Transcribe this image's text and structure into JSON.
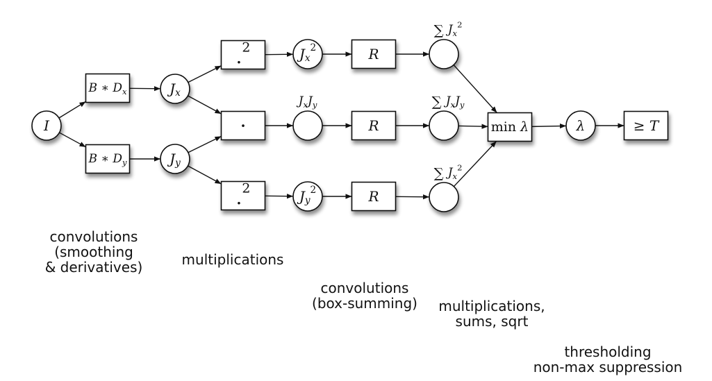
{
  "diagram": {
    "title": "",
    "nodes": [
      {
        "id": "I",
        "shape": "circle",
        "label": "I"
      },
      {
        "id": "BDx",
        "shape": "box",
        "label": "B ∗ Dx"
      },
      {
        "id": "BDy",
        "shape": "box",
        "label": "B ∗ Dy"
      },
      {
        "id": "Jx",
        "shape": "circle",
        "label": "Jx"
      },
      {
        "id": "Jy",
        "shape": "circle",
        "label": "Jy"
      },
      {
        "id": "sqx",
        "shape": "box",
        "label": ".²"
      },
      {
        "id": "dot",
        "shape": "box",
        "label": "·"
      },
      {
        "id": "sqy",
        "shape": "box",
        "label": ".²"
      },
      {
        "id": "Jx2",
        "shape": "circle",
        "label": "Jx²"
      },
      {
        "id": "JxJy",
        "shape": "circle",
        "label": "",
        "caption": "JxJy"
      },
      {
        "id": "Jy2",
        "shape": "circle",
        "label": "Jy²"
      },
      {
        "id": "Rx",
        "shape": "box",
        "label": "R"
      },
      {
        "id": "Rxy",
        "shape": "box",
        "label": "R"
      },
      {
        "id": "Ry",
        "shape": "box",
        "label": "R"
      },
      {
        "id": "Sx",
        "shape": "circle",
        "label": "",
        "caption": "∑ Jx²"
      },
      {
        "id": "Sxy",
        "shape": "circle",
        "label": "",
        "caption": "∑ JxJy"
      },
      {
        "id": "Sy",
        "shape": "circle",
        "label": "",
        "caption": "∑ Jx²"
      },
      {
        "id": "minl",
        "shape": "box",
        "label": "min λ"
      },
      {
        "id": "lam",
        "shape": "circle",
        "label": "λ"
      },
      {
        "id": "thr",
        "shape": "box",
        "label": "≥ T"
      }
    ],
    "edges": [
      [
        "I",
        "BDx"
      ],
      [
        "I",
        "BDy"
      ],
      [
        "BDx",
        "Jx"
      ],
      [
        "BDy",
        "Jy"
      ],
      [
        "Jx",
        "sqx"
      ],
      [
        "Jx",
        "dot"
      ],
      [
        "Jy",
        "dot"
      ],
      [
        "Jy",
        "sqy"
      ],
      [
        "sqx",
        "Jx2"
      ],
      [
        "dot",
        "JxJy"
      ],
      [
        "sqy",
        "Jy2"
      ],
      [
        "Jx2",
        "Rx"
      ],
      [
        "JxJy",
        "Rxy"
      ],
      [
        "Jy2",
        "Ry"
      ],
      [
        "Rx",
        "Sx"
      ],
      [
        "Rxy",
        "Sxy"
      ],
      [
        "Ry",
        "Sy"
      ],
      [
        "Sx",
        "minl"
      ],
      [
        "Sxy",
        "minl"
      ],
      [
        "Sy",
        "minl"
      ],
      [
        "minl",
        "lam"
      ],
      [
        "lam",
        "thr"
      ]
    ],
    "stage_labels": [
      {
        "id": "conv-smoothing",
        "text": "convolutions\n(smoothing\n& derivatives)"
      },
      {
        "id": "multiplications",
        "text": "multiplications"
      },
      {
        "id": "conv-box",
        "text": "convolutions\n(box-summing)"
      },
      {
        "id": "mult-sums-sqrt",
        "text": "multiplications,\nsums, sqrt"
      },
      {
        "id": "threshold-nms",
        "text": "thresholding\nnon-max suppression"
      }
    ]
  }
}
